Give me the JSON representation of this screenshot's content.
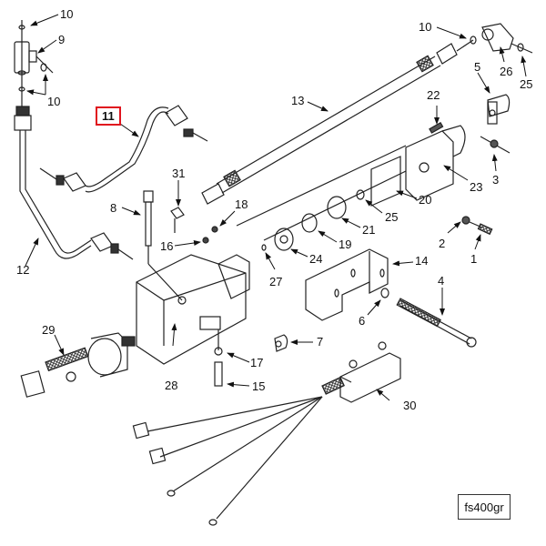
{
  "diagram": {
    "type": "exploded parts diagram",
    "figure_id": "fs400gr",
    "highlighted_callout": "11",
    "highlight_color": "#e0141e",
    "callouts": [
      {
        "id": "c10a",
        "text": "10",
        "part": "o-ring"
      },
      {
        "id": "c9",
        "text": "9",
        "part": "tee fitting"
      },
      {
        "id": "c10b",
        "text": "10",
        "part": "o-ring"
      },
      {
        "id": "c11",
        "text": "11",
        "part": "fuel line tube (upper)"
      },
      {
        "id": "c12",
        "text": "12",
        "part": "fuel line tube (lower)"
      },
      {
        "id": "c13",
        "text": "13",
        "part": "hose assembly"
      },
      {
        "id": "c10c",
        "text": "10",
        "part": "o-ring"
      },
      {
        "id": "c26",
        "text": "26",
        "part": "elbow fitting"
      },
      {
        "id": "c25a",
        "text": "25",
        "part": "o-ring"
      },
      {
        "id": "c5",
        "text": "5",
        "part": "clamp"
      },
      {
        "id": "c22",
        "text": "22",
        "part": "screw"
      },
      {
        "id": "c3",
        "text": "3",
        "part": "washer"
      },
      {
        "id": "c23",
        "text": "23",
        "part": "pump housing"
      },
      {
        "id": "c20",
        "text": "20",
        "part": "gasket plate"
      },
      {
        "id": "c25b",
        "text": "25",
        "part": "o-ring"
      },
      {
        "id": "c21",
        "text": "21",
        "part": "o-ring large"
      },
      {
        "id": "c19",
        "text": "19",
        "part": "washer"
      },
      {
        "id": "c24",
        "text": "24",
        "part": "flange"
      },
      {
        "id": "c27",
        "text": "27",
        "part": "small seal"
      },
      {
        "id": "c31",
        "text": "31",
        "part": "elbow connector"
      },
      {
        "id": "c18",
        "text": "18",
        "part": "washer"
      },
      {
        "id": "c16",
        "text": "16",
        "part": "nut"
      },
      {
        "id": "c8",
        "text": "8",
        "part": "bolt"
      },
      {
        "id": "c2",
        "text": "2",
        "part": "nut"
      },
      {
        "id": "c1",
        "text": "1",
        "part": "bolt"
      },
      {
        "id": "c14",
        "text": "14",
        "part": "bracket"
      },
      {
        "id": "c4",
        "text": "4",
        "part": "long bolt"
      },
      {
        "id": "c6",
        "text": "6",
        "part": "washer"
      },
      {
        "id": "c7",
        "text": "7",
        "part": "clip"
      },
      {
        "id": "c29",
        "text": "29",
        "part": "solenoid"
      },
      {
        "id": "c28",
        "text": "28",
        "part": "housing cover"
      },
      {
        "id": "c17",
        "text": "17",
        "part": "washer"
      },
      {
        "id": "c15",
        "text": "15",
        "part": "screw"
      },
      {
        "id": "c30",
        "text": "30",
        "part": "sensor with harness"
      }
    ]
  }
}
